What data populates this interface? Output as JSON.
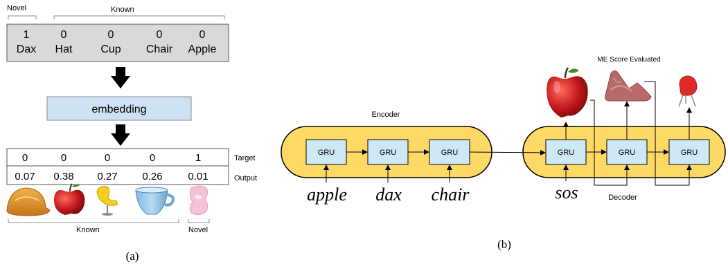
{
  "panel_a": {
    "novel_header": "Novel",
    "known_header": "Known",
    "input_vector": [
      {
        "value": "1",
        "word": "Dax"
      },
      {
        "value": "0",
        "word": "Hat"
      },
      {
        "value": "0",
        "word": "Cup"
      },
      {
        "value": "0",
        "word": "Chair"
      },
      {
        "value": "0",
        "word": "Apple"
      }
    ],
    "embedding_label": "embedding",
    "target_values": [
      "0",
      "0",
      "0",
      "0",
      "1"
    ],
    "target_label": "Target",
    "output_values": [
      "0.07",
      "0.38",
      "0.27",
      "0.26",
      "0.01"
    ],
    "output_label": "Output",
    "objects": [
      "hat",
      "apple",
      "chair",
      "cup",
      "dax"
    ],
    "known_footer": "Known",
    "novel_footer": "Novel",
    "caption": "(a)"
  },
  "panel_b": {
    "encoder_label": "Encoder",
    "decoder_label": "Decoder",
    "gru_label": "GRU",
    "encoder_inputs": [
      "apple",
      "dax",
      "chair"
    ],
    "decoder_input": "sos",
    "me_label": "ME Score Evaluated",
    "decoder_outputs": [
      "apple",
      "dax",
      "chair"
    ],
    "caption": "(b)"
  },
  "colors": {
    "gray_box": "#d9d9d9",
    "blue_box": "#cfe2f3",
    "yellow": "#ffd966",
    "gru_fill": "#cfe8f5"
  }
}
